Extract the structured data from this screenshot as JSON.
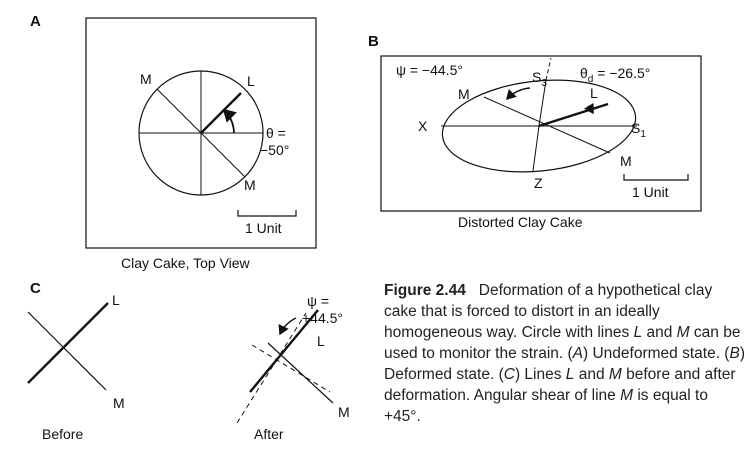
{
  "panels": {
    "A": {
      "letter": "A",
      "labels": {
        "M_top": "M",
        "L": "L",
        "M_bottom": "M"
      },
      "angle_line1": "θ =",
      "angle_line2": "−50°",
      "scale": "1 Unit",
      "caption": "Clay Cake, Top View"
    },
    "B": {
      "letter": "B",
      "psi": "ψ = −44.5°",
      "S3": "S",
      "S3_sub": "3",
      "theta_d": "θ",
      "theta_d_sub": "d",
      "theta_d_value": " = −26.5°",
      "M_top": "M",
      "L": "L",
      "X": "X",
      "S1": "S",
      "S1_sub": "1",
      "M_bottom": "M",
      "Z": "Z",
      "scale": "1 Unit",
      "caption": "Distorted Clay Cake"
    },
    "C": {
      "letter": "C",
      "L_before": "L",
      "M_before": "M",
      "before_label": "Before",
      "psi_line1": "ψ =",
      "psi_line2": "+44.5°",
      "L_after": "L",
      "M_after": "M",
      "after_label": "After"
    }
  },
  "figure_caption": {
    "label": "Figure 2.44",
    "part1": "Deformation of a hypothetical clay cake that is forced to distort in an ideally homogeneous way. Circle with lines ",
    "L": "L",
    "part2": " and ",
    "M": "M",
    "part3": " can be used to monitor the strain. (",
    "A": "A",
    "part4": ") Undeformed state. (",
    "B": "B",
    "part5": ") Deformed state. (",
    "C": "C",
    "part6": ") Lines ",
    "L2": "L",
    "part7": " and ",
    "M2": "M",
    "part8": " before and after deformation. Angular shear of line ",
    "M3": "M",
    "part9": " is equal to +45°."
  }
}
